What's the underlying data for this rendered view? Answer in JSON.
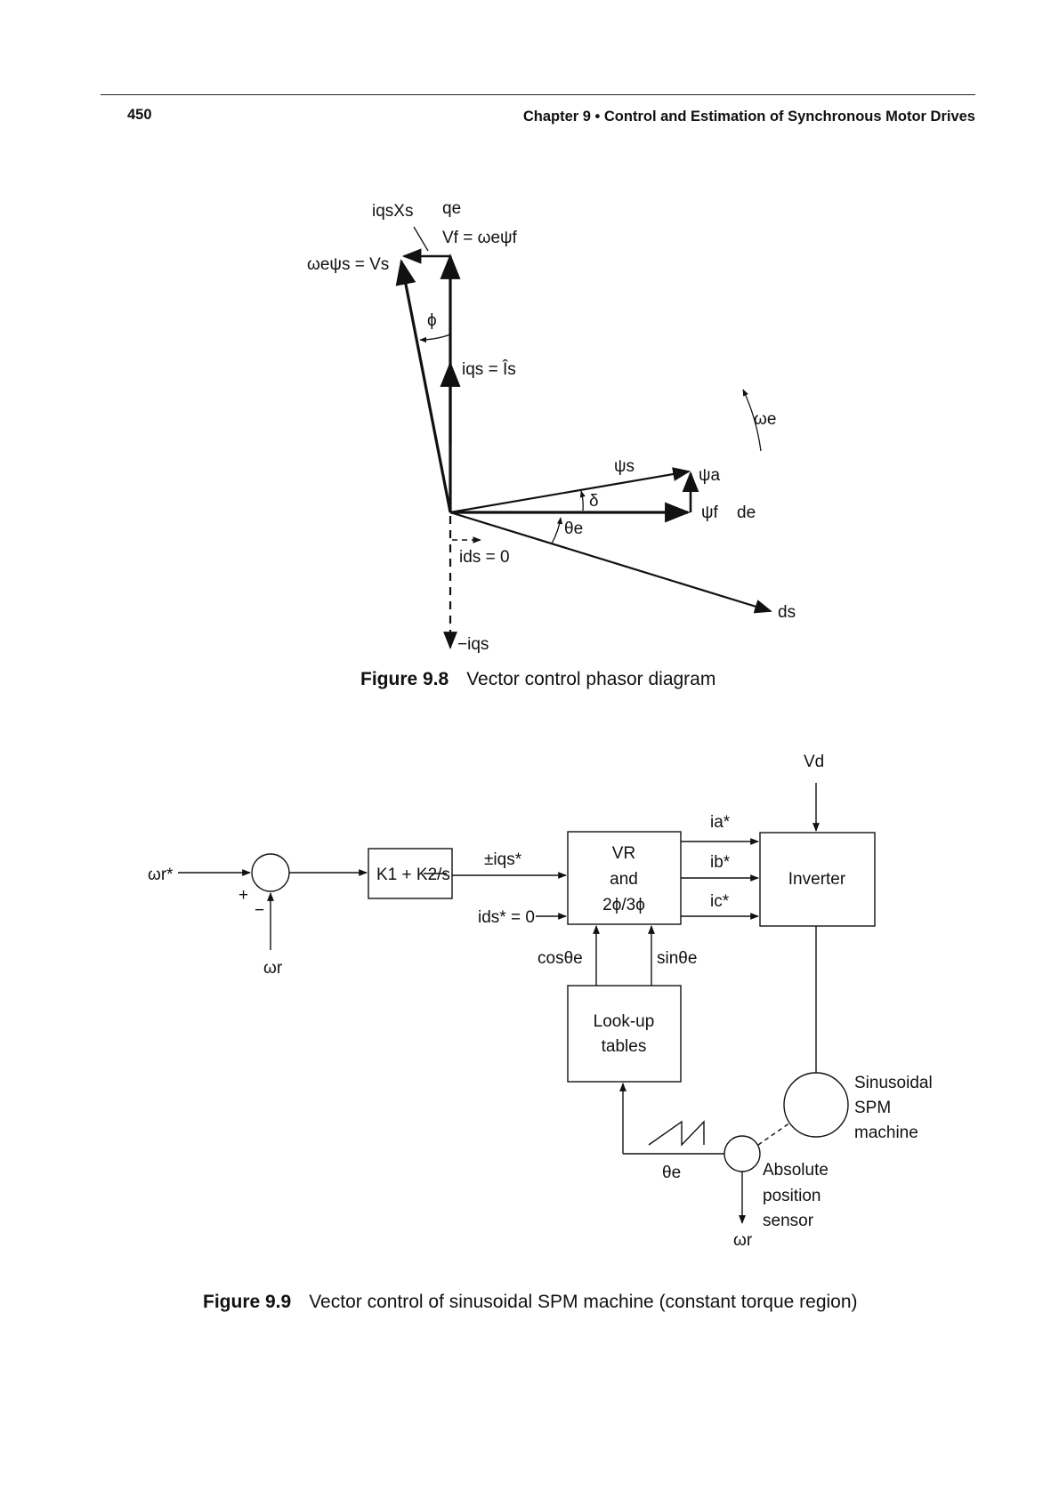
{
  "header": {
    "page_number": "450",
    "running_head": "Chapter 9 • Control and Estimation of Synchronous Motor Drives"
  },
  "figure_9_8": {
    "number": "Figure 9.8",
    "title": "Vector control phasor diagram",
    "labels": {
      "iqs_xs": "iqsXs",
      "qe": "qe",
      "vf": "Vf = ωeψf",
      "vs": "ωeψs = Vs",
      "phi": "ϕ",
      "iqs_is": "iqs = Îs",
      "omega_e": "ωe",
      "psi_s": "ψs",
      "psi_a": "ψa",
      "delta": "δ",
      "psi_f": "ψf",
      "de": "de",
      "theta_e": "θe",
      "ids": "ids = 0",
      "ds": "ds",
      "neg_iqs": "−iqs"
    }
  },
  "figure_9_9": {
    "number": "Figure 9.9",
    "title": "Vector control of sinusoidal SPM machine (constant torque region)",
    "labels": {
      "omega_r_star": "ωr*",
      "plus": "+",
      "minus": "−",
      "omega_r_fb": "ωr",
      "controller": "K1 + K2/s",
      "iqs_star": "±iqs*",
      "ids_star": "ids* = 0",
      "vr_line1": "VR",
      "vr_line2": "and",
      "vr_line3": "2ϕ/3ϕ",
      "ia_star": "ia*",
      "ib_star": "ib*",
      "ic_star": "ic*",
      "vd": "Vd",
      "inverter": "Inverter",
      "cos": "cosθe",
      "sin": "sinθe",
      "lookup_line1": "Look-up",
      "lookup_line2": "tables",
      "machine_line1": "Sinusoidal",
      "machine_line2": "SPM",
      "machine_line3": "machine",
      "theta_e": "θe",
      "sensor_line1": "Absolute",
      "sensor_line2": "position",
      "sensor_line3": "sensor",
      "omega_r_out": "ωr"
    }
  }
}
